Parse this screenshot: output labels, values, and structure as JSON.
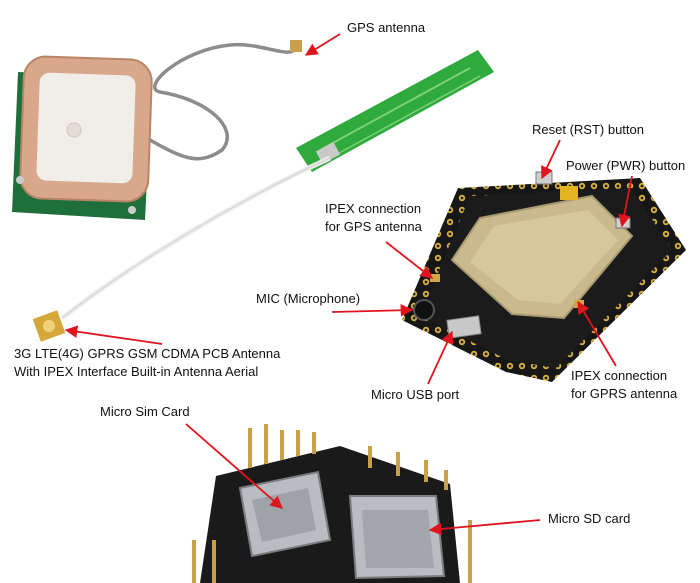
{
  "colors": {
    "arrow": "#e0141e",
    "pcb": "#1a1a1a",
    "patch_ceramic": "#d9a88c",
    "antenna_green": "#2faa3c",
    "module_gold": "#c9b98d"
  },
  "labels": {
    "gps_antenna": "GPS antenna",
    "reset_button": "Reset (RST) button",
    "power_button": "Power (PWR) button",
    "ipex_gps_line1": "IPEX connection",
    "ipex_gps_line2": "for GPS antenna",
    "mic": "MIC (Microphone)",
    "pcb_antenna_line1": "3G LTE(4G) GPRS GSM CDMA PCB Antenna",
    "pcb_antenna_line2": "With IPEX Interface Built-in Antenna Aerial",
    "micro_usb": "Micro USB port",
    "ipex_gprs_line1": "IPEX connection",
    "ipex_gprs_line2": "for GPRS antenna",
    "micro_sim": "Micro Sim Card",
    "micro_sd": "Micro SD card"
  }
}
